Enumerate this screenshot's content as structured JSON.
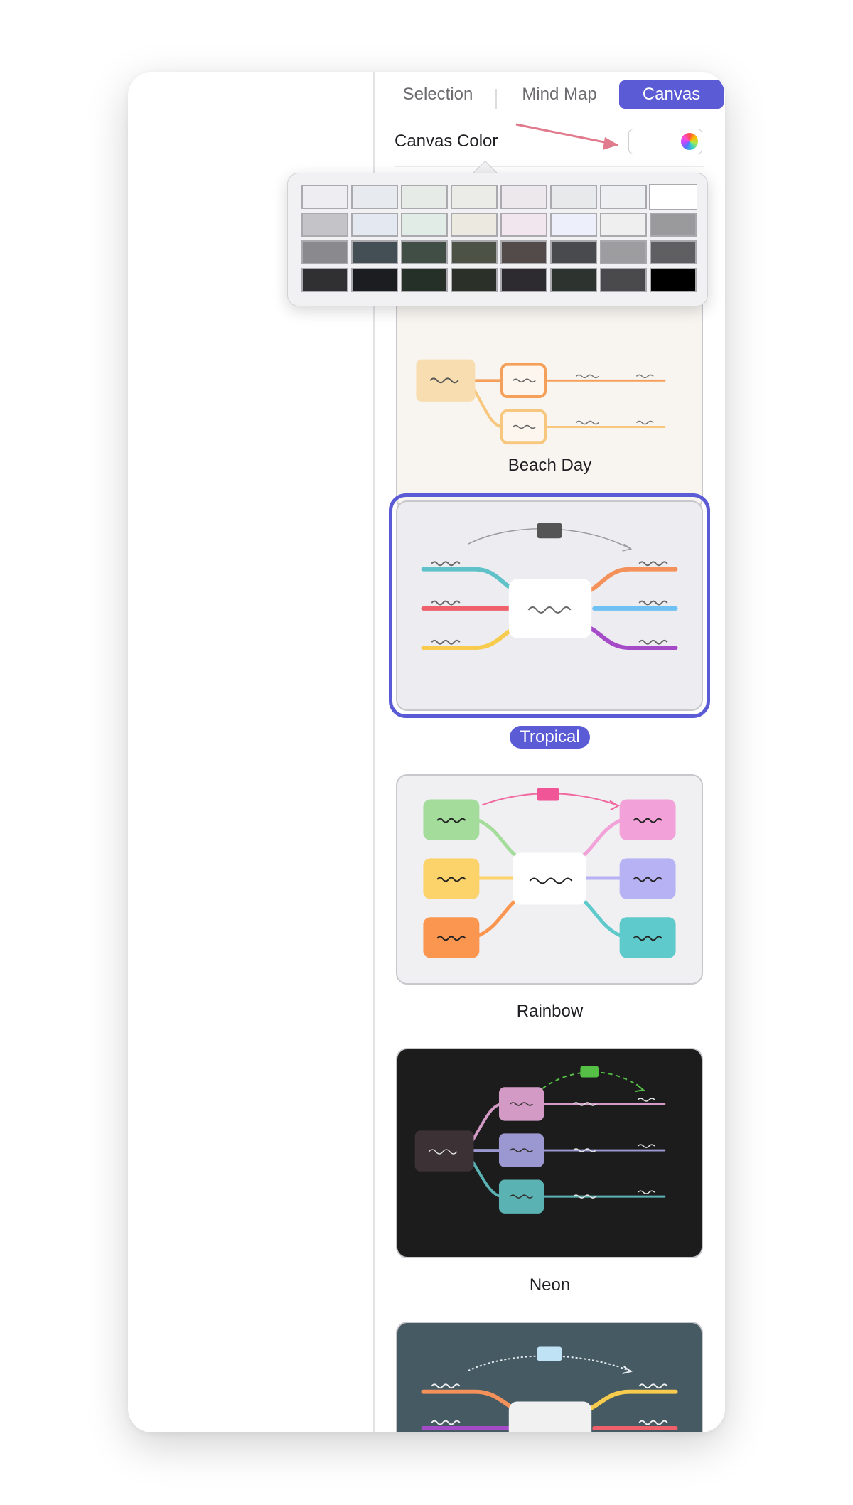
{
  "tabs": [
    {
      "label": "Selection"
    },
    {
      "label": "Mind Map"
    },
    {
      "label": "Canvas"
    }
  ],
  "canvas_color": {
    "label": "Canvas Color",
    "swatch_value": "#ffffff"
  },
  "palette": {
    "rows": [
      [
        "#eeeef2",
        "#e7eaee",
        "#e6ebe8",
        "#ebece7",
        "#ede8ec",
        "#e8e9ea",
        "#eeeff1",
        "#ffffff"
      ],
      [
        "#c3c3c8",
        "#e3e8f1",
        "#e2ece7",
        "#eceae0",
        "#f1e6ed",
        "#edf0fb",
        "#efeff0",
        "#9a9a9d"
      ],
      [
        "#8a8a8e",
        "#434e55",
        "#414e45",
        "#4d5246",
        "#534b4a",
        "#494a4d",
        "#9d9d9f",
        "#5f5f61"
      ],
      [
        "#303033",
        "#1c1d20",
        "#253029",
        "#2b3129",
        "#2d2a30",
        "#2d332f",
        "#4a4a4c",
        "#000000"
      ]
    ],
    "selected": "#ffffff"
  },
  "themes": [
    {
      "name": "Beach Day",
      "selected": false
    },
    {
      "name": "Tropical",
      "selected": true
    },
    {
      "name": "Rainbow",
      "selected": false
    },
    {
      "name": "Neon",
      "selected": false
    },
    {
      "name": "",
      "selected": false
    }
  ],
  "colors": {
    "accent": "#5b5bd6",
    "annotation_arrow": "#e07a8d"
  }
}
